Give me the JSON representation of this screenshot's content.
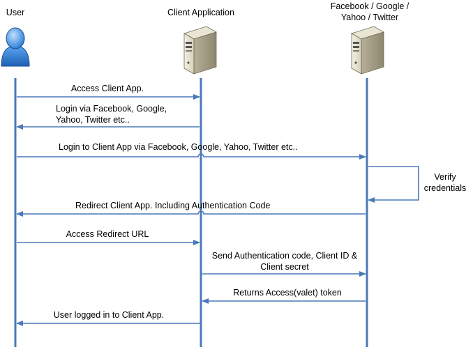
{
  "actors": [
    {
      "key": "user",
      "label": "User",
      "icon": "user-icon"
    },
    {
      "key": "client",
      "label": "Client Application",
      "icon": "server-icon"
    },
    {
      "key": "provider",
      "label_lines": [
        "Facebook / Google /",
        "Yahoo / Twitter"
      ],
      "icon": "server-icon"
    }
  ],
  "messages": [
    {
      "key": "access-client-app",
      "lines": [
        "Access Client App."
      ]
    },
    {
      "key": "login-via",
      "lines": [
        "Login via Facebook, Google,",
        "Yahoo, Twitter etc.."
      ]
    },
    {
      "key": "login-to-client",
      "lines": [
        "Login to Client App via Facebook,  Google, Yahoo, Twitter etc.."
      ]
    },
    {
      "key": "verify-credentials",
      "lines": [
        "Verify",
        "credentials"
      ]
    },
    {
      "key": "redirect-client",
      "lines": [
        "Redirect Client App. Including  Authentication Code"
      ]
    },
    {
      "key": "access-redirect-url",
      "lines": [
        "Access Redirect URL"
      ]
    },
    {
      "key": "send-auth-code",
      "lines": [
        "Send Authentication code, Client ID &",
        "Client secret"
      ]
    },
    {
      "key": "returns-token",
      "lines": [
        "Returns Access(valet) token"
      ]
    },
    {
      "key": "user-logged-in",
      "lines": [
        "User logged in to Client App."
      ]
    }
  ],
  "colors": {
    "line": "#4a78b9",
    "text": "#000000"
  }
}
